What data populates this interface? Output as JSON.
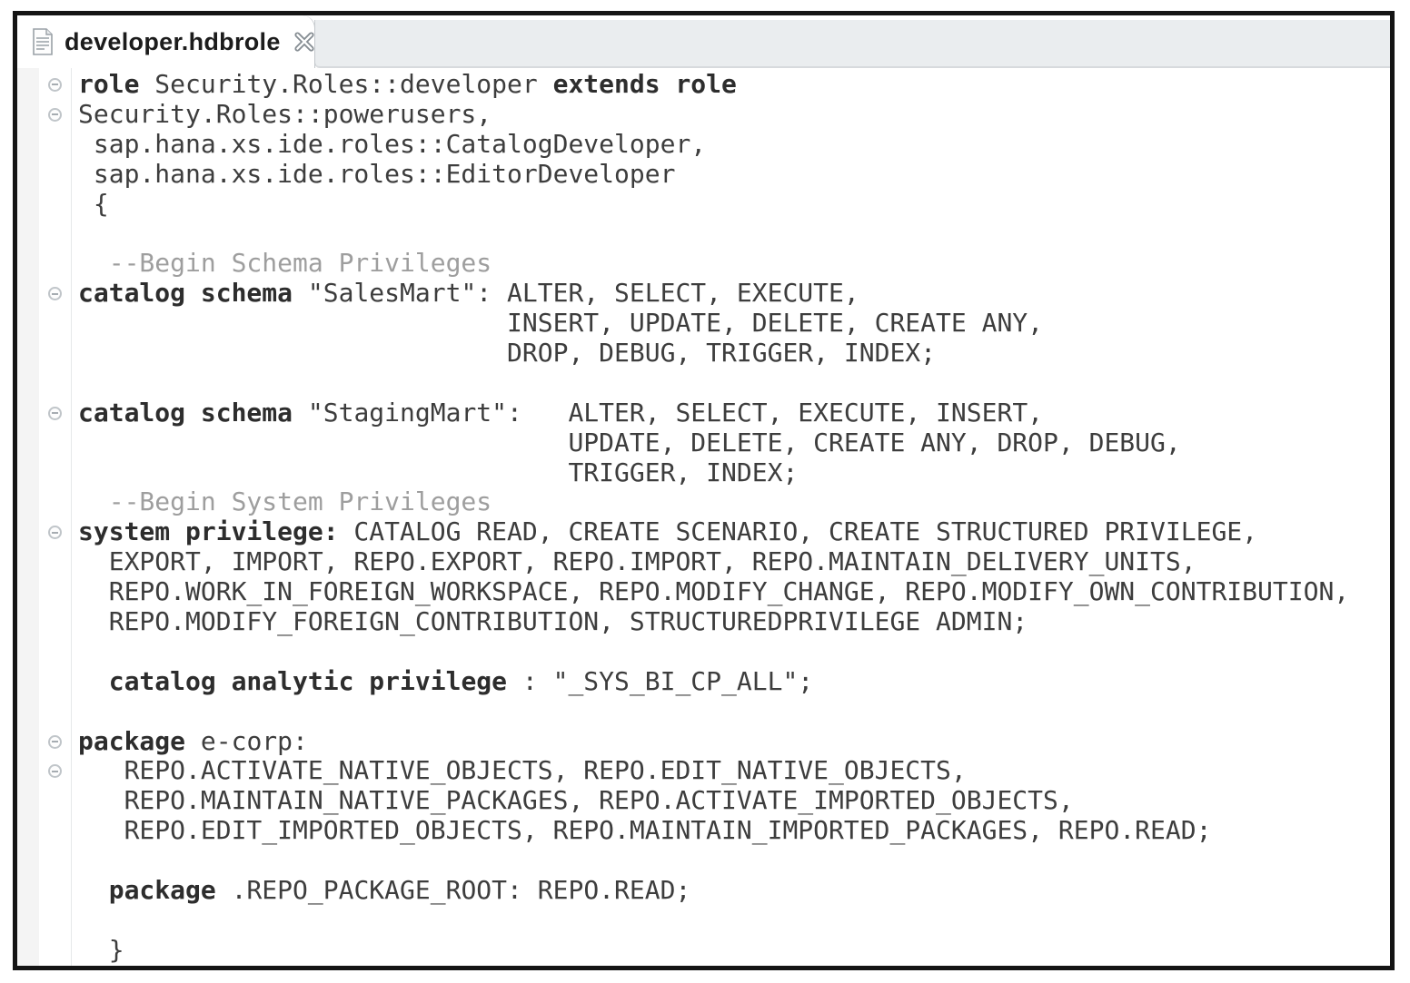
{
  "tab": {
    "title": "developer.hdbrole",
    "file_icon": "document-file-icon",
    "close_icon": "close-tab-icon"
  },
  "colors": {
    "keyword": "#2d2d2d",
    "text": "#3d3d3d",
    "comment": "#9e9e9e",
    "tabbar_bg": "#eaedef",
    "ruler_bg": "#f4f4f4",
    "frame_border": "#141414",
    "tab_title": "#1c1c1c",
    "icon": "#8d949a"
  },
  "editor": {
    "lines": [
      {
        "fold": true,
        "seg": [
          [
            "kw",
            "role"
          ],
          [
            "pl",
            " Security.Roles::developer "
          ],
          [
            "kw",
            "extends role"
          ]
        ]
      },
      {
        "fold": true,
        "seg": [
          [
            "pl",
            "Security.Roles::powerusers,"
          ]
        ]
      },
      {
        "fold": false,
        "seg": [
          [
            "pl",
            " sap.hana.xs.ide.roles::CatalogDeveloper,"
          ]
        ]
      },
      {
        "fold": false,
        "seg": [
          [
            "pl",
            " sap.hana.xs.ide.roles::EditorDeveloper"
          ]
        ]
      },
      {
        "fold": false,
        "seg": [
          [
            "pl",
            " {"
          ]
        ]
      },
      {
        "fold": false,
        "seg": []
      },
      {
        "fold": false,
        "seg": [
          [
            "cm",
            "  --Begin Schema Privileges"
          ]
        ]
      },
      {
        "fold": true,
        "seg": [
          [
            "kw",
            "catalog schema"
          ],
          [
            "pl",
            " \"SalesMart\": ALTER, SELECT, EXECUTE,"
          ]
        ]
      },
      {
        "fold": false,
        "seg": [
          [
            "pl",
            "                            INSERT, UPDATE, DELETE, CREATE ANY,"
          ]
        ]
      },
      {
        "fold": false,
        "seg": [
          [
            "pl",
            "                            DROP, DEBUG, TRIGGER, INDEX;"
          ]
        ]
      },
      {
        "fold": false,
        "seg": []
      },
      {
        "fold": true,
        "seg": [
          [
            "kw",
            "catalog schema"
          ],
          [
            "pl",
            " \"StagingMart\":   ALTER, SELECT, EXECUTE, INSERT,"
          ]
        ]
      },
      {
        "fold": false,
        "seg": [
          [
            "pl",
            "                                UPDATE, DELETE, CREATE ANY, DROP, DEBUG,"
          ]
        ]
      },
      {
        "fold": false,
        "seg": [
          [
            "pl",
            "                                TRIGGER, INDEX;"
          ]
        ]
      },
      {
        "fold": false,
        "seg": [
          [
            "cm",
            "  --Begin System Privileges"
          ]
        ]
      },
      {
        "fold": true,
        "seg": [
          [
            "kw",
            "system privilege:"
          ],
          [
            "pl",
            " CATALOG READ, CREATE SCENARIO, CREATE STRUCTURED PRIVILEGE,"
          ]
        ]
      },
      {
        "fold": false,
        "seg": [
          [
            "pl",
            "  EXPORT, IMPORT, REPO.EXPORT, REPO.IMPORT, REPO.MAINTAIN_DELIVERY_UNITS,"
          ]
        ]
      },
      {
        "fold": false,
        "seg": [
          [
            "pl",
            "  REPO.WORK_IN_FOREIGN_WORKSPACE, REPO.MODIFY_CHANGE, REPO.MODIFY_OWN_CONTRIBUTION,"
          ]
        ]
      },
      {
        "fold": false,
        "seg": [
          [
            "pl",
            "  REPO.MODIFY_FOREIGN_CONTRIBUTION, STRUCTUREDPRIVILEGE ADMIN;"
          ]
        ]
      },
      {
        "fold": false,
        "seg": []
      },
      {
        "fold": false,
        "seg": [
          [
            "pl",
            "  "
          ],
          [
            "kw",
            "catalog analytic privilege"
          ],
          [
            "pl",
            " : \"_SYS_BI_CP_ALL\";"
          ]
        ]
      },
      {
        "fold": false,
        "seg": []
      },
      {
        "fold": true,
        "seg": [
          [
            "kw",
            "package"
          ],
          [
            "pl",
            " e-corp:"
          ]
        ]
      },
      {
        "fold": true,
        "seg": [
          [
            "pl",
            "   REPO.ACTIVATE_NATIVE_OBJECTS, REPO.EDIT_NATIVE_OBJECTS,"
          ]
        ]
      },
      {
        "fold": false,
        "seg": [
          [
            "pl",
            "   REPO.MAINTAIN_NATIVE_PACKAGES, REPO.ACTIVATE_IMPORTED_OBJECTS,"
          ]
        ]
      },
      {
        "fold": false,
        "seg": [
          [
            "pl",
            "   REPO.EDIT_IMPORTED_OBJECTS, REPO.MAINTAIN_IMPORTED_PACKAGES, REPO.READ;"
          ]
        ]
      },
      {
        "fold": false,
        "seg": []
      },
      {
        "fold": false,
        "seg": [
          [
            "pl",
            "  "
          ],
          [
            "kw",
            "package"
          ],
          [
            "pl",
            " .REPO_PACKAGE_ROOT: REPO.READ;"
          ]
        ]
      },
      {
        "fold": false,
        "seg": []
      },
      {
        "fold": false,
        "seg": [
          [
            "pl",
            "  }"
          ]
        ]
      }
    ]
  }
}
